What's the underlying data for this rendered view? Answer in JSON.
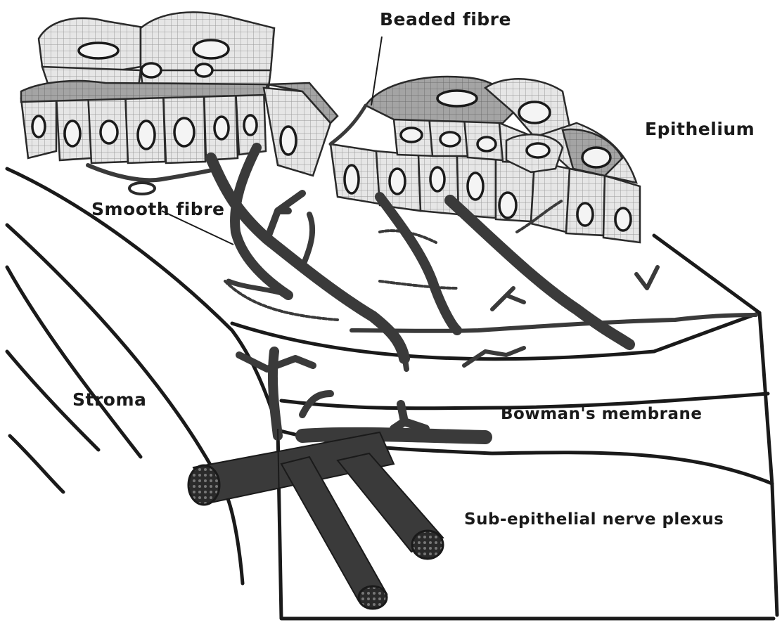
{
  "labels": {
    "beaded_fibre": "Beaded fibre",
    "epithelium": "Epithelium",
    "smooth_fibre": "Smooth fibre",
    "stroma": "Stroma",
    "bowmans_membrane": "Bowman's membrane",
    "sub_epithelial_nerve_plexus": "Sub-epithelial nerve plexus"
  },
  "colors": {
    "ink": "#1a1a1a",
    "nerve": "#3a3a3a",
    "cell_fill": "#e2e2e2",
    "cell_dark_fill": "#9a9a9a"
  }
}
